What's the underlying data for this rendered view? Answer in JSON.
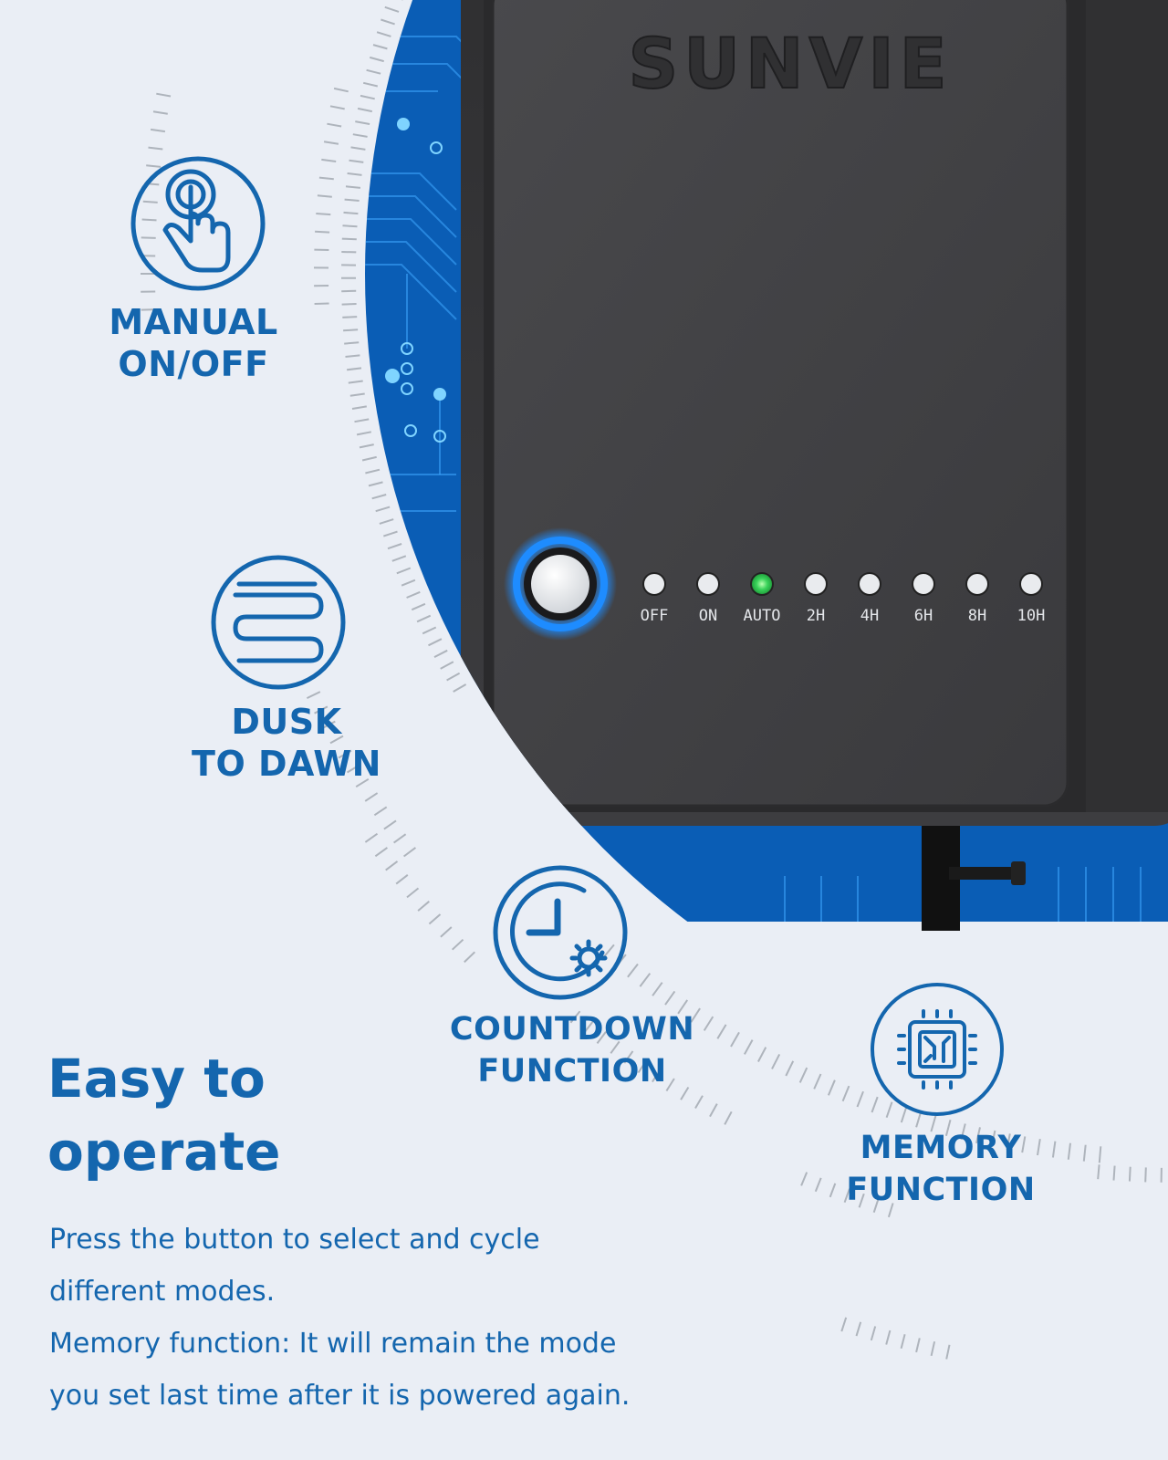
{
  "device": {
    "brand": "SUNVIE",
    "modes": [
      "OFF",
      "ON",
      "AUTO",
      "2H",
      "4H",
      "6H",
      "8H",
      "10H"
    ],
    "active_mode": "AUTO"
  },
  "features": [
    {
      "line1": "MANUAL",
      "line2": "ON/OFF",
      "icon": "touch-finger-icon"
    },
    {
      "line1": "DUSK",
      "line2": "TO DAWN",
      "icon": "dusk-waves-icon"
    },
    {
      "line1": "COUNTDOWN",
      "line2": "FUNCTION",
      "icon": "clock-timer-icon"
    },
    {
      "line1": "MEMORY",
      "line2": "FUNCTION",
      "icon": "chip-memory-icon"
    }
  ],
  "headline": {
    "line1": "Easy to",
    "line2": "operate"
  },
  "description": {
    "p1_line1": "Press the button to select and cycle",
    "p1_line2": "different modes.",
    "p2_line1": "Memory function: It will remain the mode",
    "p2_line2": "you set last time after it is powered again."
  },
  "colors": {
    "accent": "#1466ae",
    "background": "#eaeef5",
    "device_body": "#3b3b3d",
    "led_active": "#39d35a",
    "button_ring": "#1e8cff",
    "circuit_bg": "#0b5fb8"
  }
}
